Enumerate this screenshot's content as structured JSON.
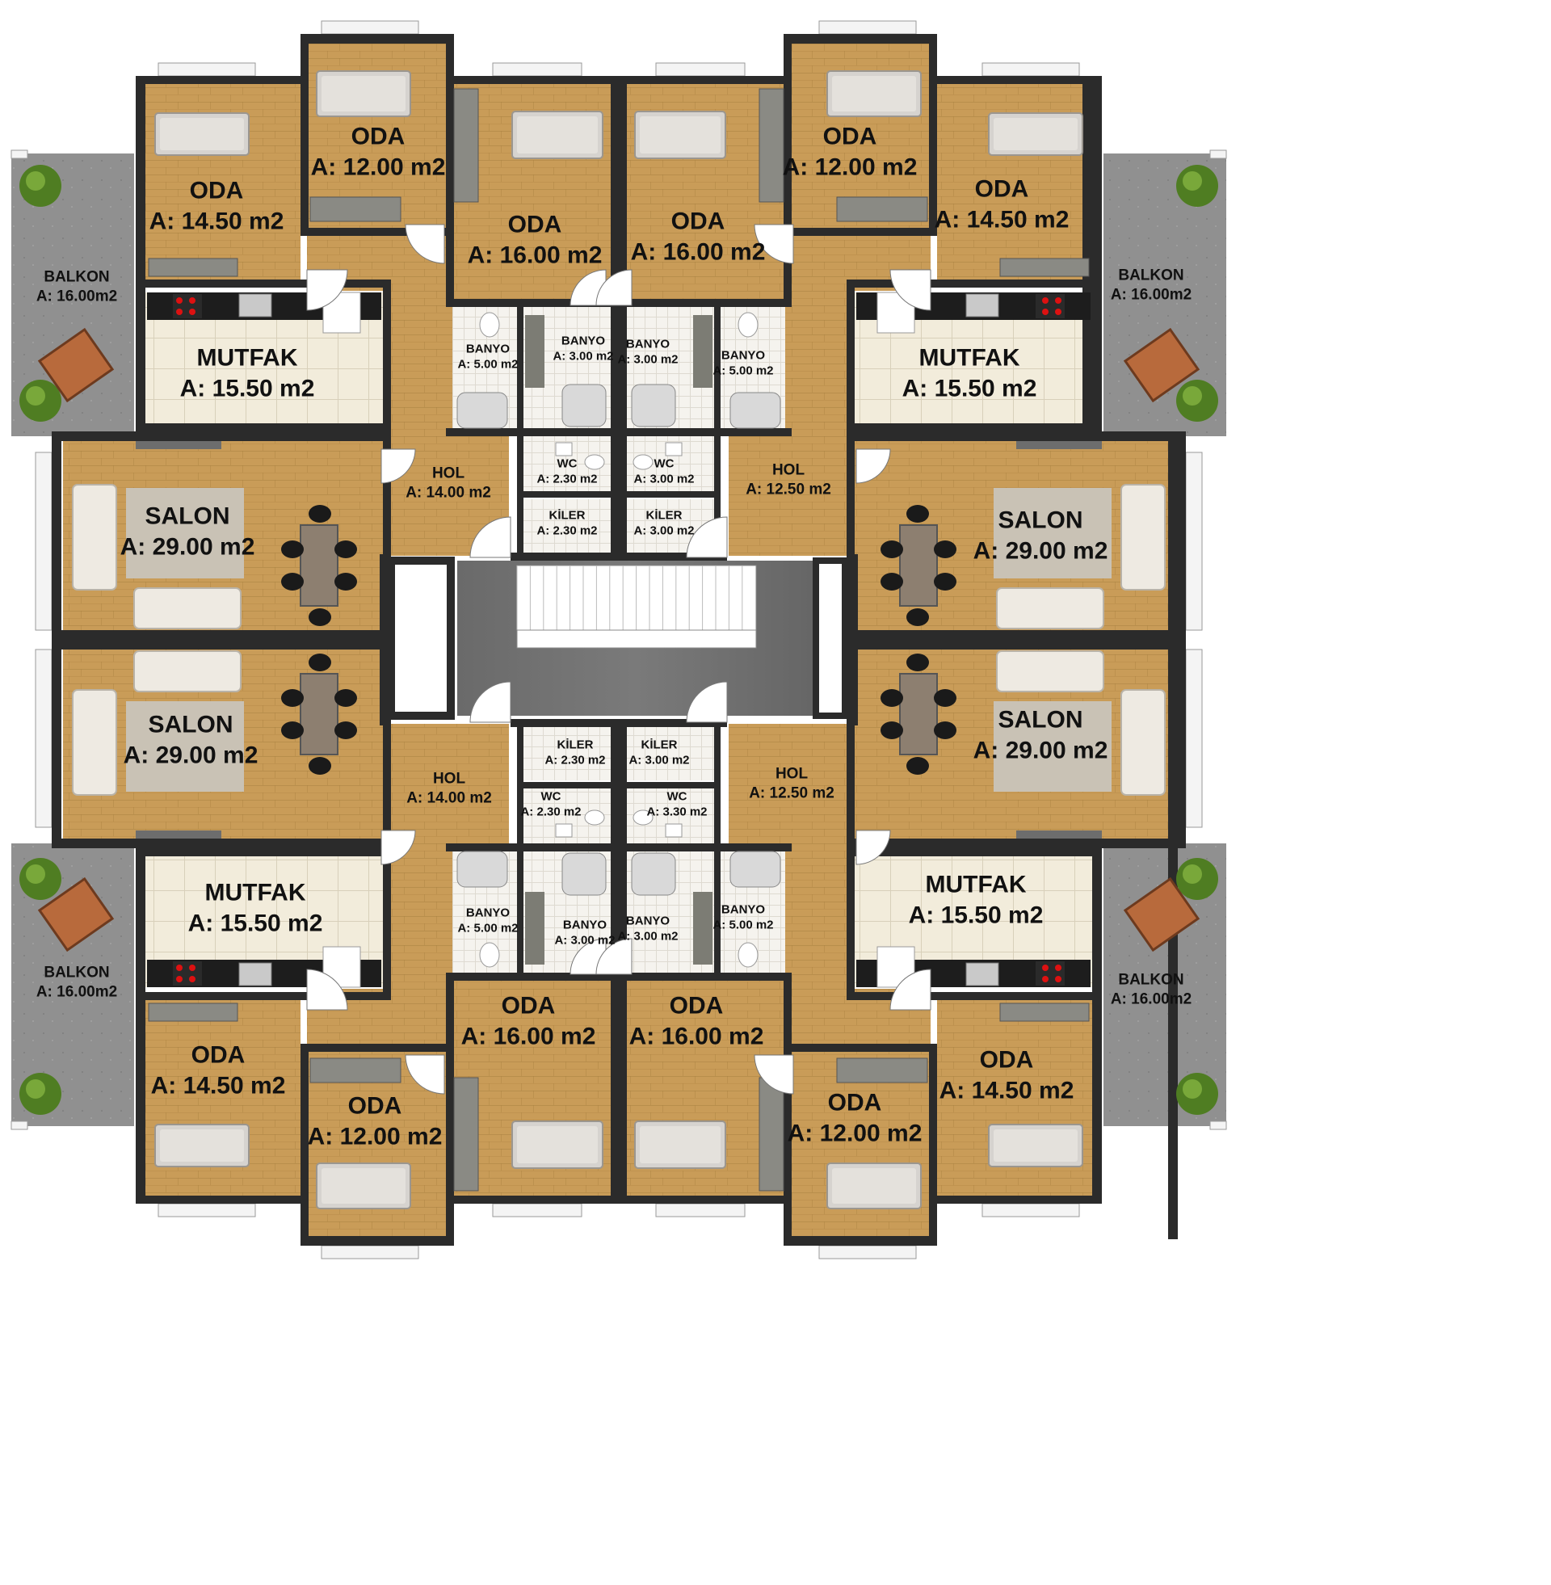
{
  "colors": {
    "wall": "#2b2b2b",
    "wood": "#c79a55",
    "wood_dark": "#a87a3a",
    "tile": "#f1ebd9",
    "bath_tile": "#f4f2ec",
    "balcony": "#8e8e8e",
    "core": "#6e6e6e",
    "stair": "#ffffff",
    "bed": "#d9d6d2",
    "furniture": "#e8e4dc",
    "rug": "#cfc9be",
    "door": "#ffffff",
    "plant": "#5f8f2a"
  },
  "rooms": [
    {
      "id": "oda-a1",
      "name": "ODA",
      "area": "A: 14.50 m2"
    },
    {
      "id": "oda-a2",
      "name": "ODA",
      "area": "A: 12.00 m2"
    },
    {
      "id": "oda-a3",
      "name": "ODA",
      "area": "A: 16.00 m2"
    },
    {
      "id": "balkon-a",
      "name": "BALKON",
      "area": "A: 16.00m2"
    },
    {
      "id": "mutfak-a",
      "name": "MUTFAK",
      "area": "A: 15.50 m2"
    },
    {
      "id": "banyo-a1",
      "name": "BANYO",
      "area": "A: 5.00 m2"
    },
    {
      "id": "banyo-a2",
      "name": "BANYO",
      "area": "A: 3.00 m2"
    },
    {
      "id": "hol-a",
      "name": "HOL",
      "area": "A: 14.00 m2"
    },
    {
      "id": "wc-a",
      "name": "WC",
      "area": "A: 2.30 m2"
    },
    {
      "id": "kiler-a",
      "name": "KİLER",
      "area": "A: 2.30 m2"
    },
    {
      "id": "salon-a",
      "name": "SALON",
      "area": "A: 29.00 m2"
    },
    {
      "id": "oda-b3",
      "name": "ODA",
      "area": "A: 16.00 m2"
    },
    {
      "id": "oda-b2",
      "name": "ODA",
      "area": "A: 12.00 m2"
    },
    {
      "id": "oda-b1",
      "name": "ODA",
      "area": "A: 14.50 m2"
    },
    {
      "id": "balkon-b",
      "name": "BALKON",
      "area": "A: 16.00m2"
    },
    {
      "id": "mutfak-b",
      "name": "MUTFAK",
      "area": "A: 15.50 m2"
    },
    {
      "id": "banyo-b2",
      "name": "BANYO",
      "area": "A: 3.00 m2"
    },
    {
      "id": "banyo-b1",
      "name": "BANYO",
      "area": "A: 5.00 m2"
    },
    {
      "id": "hol-b",
      "name": "HOL",
      "area": "A: 12.50 m2"
    },
    {
      "id": "wc-b",
      "name": "WC",
      "area": "A: 3.00 m2"
    },
    {
      "id": "kiler-b",
      "name": "KİLER",
      "area": "A: 3.00 m2"
    },
    {
      "id": "salon-b",
      "name": "SALON",
      "area": "A: 29.00 m2"
    },
    {
      "id": "salon-c",
      "name": "SALON",
      "area": "A: 29.00 m2"
    },
    {
      "id": "hol-c",
      "name": "HOL",
      "area": "A: 14.00 m2"
    },
    {
      "id": "kiler-c",
      "name": "KİLER",
      "area": "A: 2.30 m2"
    },
    {
      "id": "wc-c",
      "name": "WC",
      "area": "A: 2.30 m2"
    },
    {
      "id": "mutfak-c",
      "name": "MUTFAK",
      "area": "A: 15.50 m2"
    },
    {
      "id": "balkon-c",
      "name": "BALKON",
      "area": "A: 16.00m2"
    },
    {
      "id": "banyo-c1",
      "name": "BANYO",
      "area": "A: 5.00 m2"
    },
    {
      "id": "banyo-c2",
      "name": "BANYO",
      "area": "A: 3.00 m2"
    },
    {
      "id": "oda-c3",
      "name": "ODA",
      "area": "A: 16.00 m2"
    },
    {
      "id": "oda-c1",
      "name": "ODA",
      "area": "A: 14.50 m2"
    },
    {
      "id": "oda-c2",
      "name": "ODA",
      "area": "A: 12.00 m2"
    },
    {
      "id": "salon-d",
      "name": "SALON",
      "area": "A: 29.00 m2"
    },
    {
      "id": "hol-d",
      "name": "HOL",
      "area": "A: 12.50 m2"
    },
    {
      "id": "kiler-d",
      "name": "KİLER",
      "area": "A: 3.00 m2"
    },
    {
      "id": "wc-d",
      "name": "WC",
      "area": "A: 3.30 m2"
    },
    {
      "id": "mutfak-d",
      "name": "MUTFAK",
      "area": "A: 15.50 m2"
    },
    {
      "id": "balkon-d",
      "name": "BALKON",
      "area": "A: 16.00m2"
    },
    {
      "id": "banyo-d2",
      "name": "BANYO",
      "area": "A: 3.00 m2"
    },
    {
      "id": "banyo-d1",
      "name": "BANYO",
      "area": "A: 5.00 m2"
    },
    {
      "id": "oda-d3",
      "name": "ODA",
      "area": "A: 16.00 m2"
    },
    {
      "id": "oda-d1",
      "name": "ODA",
      "area": "A: 14.50 m2"
    },
    {
      "id": "oda-d2",
      "name": "ODA",
      "area": "A: 12.00 m2"
    }
  ]
}
